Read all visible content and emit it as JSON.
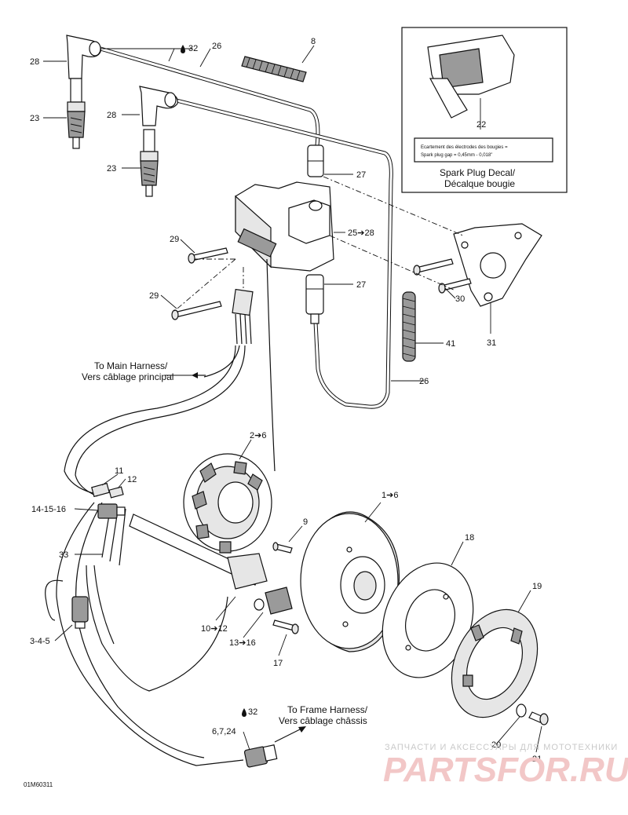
{
  "callouts": {
    "c8": "8",
    "c26_top": "26",
    "c32_top": "32",
    "c28_a": "28",
    "c28_b": "28",
    "c23_a": "23",
    "c23_b": "23",
    "c27_a": "27",
    "c27_b": "27",
    "c25_28": "25➔28",
    "c29_a": "29",
    "c29_b": "29",
    "c30": "30",
    "c31": "31",
    "c41": "41",
    "c26_bot": "26",
    "c2_6": "2➔6",
    "c11": "11",
    "c12": "12",
    "c14_15_16": "14-15-16",
    "c33": "33",
    "c9": "9",
    "c1_6": "1➔6",
    "c18": "18",
    "c19": "19",
    "c3_4_5": "3-4-5",
    "c10_12": "10➔12",
    "c13_16": "13➔16",
    "c17": "17",
    "c32_bot": "32",
    "c6_7_24": "6,7,24",
    "c20": "20",
    "c21": "21",
    "c22": "22"
  },
  "notes": {
    "main_harness_en": "To Main Harness/",
    "main_harness_fr": "Vers câblage principal",
    "frame_harness_en": "To Frame Harness/",
    "frame_harness_fr": "Vers câblage châssis"
  },
  "inset": {
    "decal_line1": "Ecartement des électrodes des bougies =",
    "decal_line2": "Spark plug gap = 0,45mm - 0,018\"",
    "caption_en": "Spark Plug Decal/",
    "caption_fr": "Décalque bougie"
  },
  "drawing_code": "01M60311",
  "watermark": {
    "top": "ЗАПЧАСТИ И АКСЕССУАРЫ ДЛЯ МОТОТЕХНИКИ",
    "brand": "PARTSFOR.RU"
  },
  "colors": {
    "ink": "#111111",
    "watermark": "#f2c7c7"
  }
}
